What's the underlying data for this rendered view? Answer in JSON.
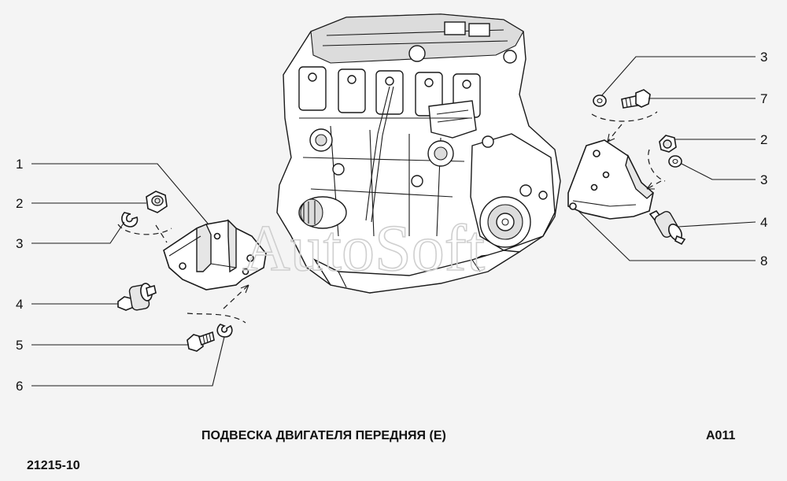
{
  "diagram": {
    "title": "ПОДВЕСКА ДВИГАТЕЛЯ ПЕРЕДНЯЯ (Е)",
    "code": "A011",
    "model": "21215-10",
    "watermark": "AutoSoft"
  },
  "callouts_left": [
    "1",
    "2",
    "3",
    "4",
    "5",
    "6"
  ],
  "callouts_right": [
    "3",
    "7",
    "2",
    "3",
    "4",
    "8"
  ]
}
